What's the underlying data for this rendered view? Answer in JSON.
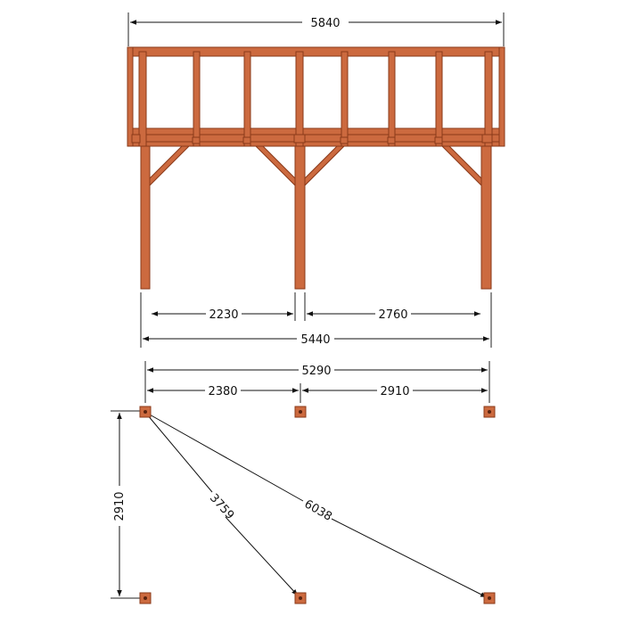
{
  "colors": {
    "wood": "#cc6a3f",
    "wood_dark": "#8a3a1a",
    "line": "#111111",
    "background": "#ffffff"
  },
  "elevation": {
    "overall_width": "5840",
    "span_left": "2230",
    "span_right": "2760",
    "post_to_post": "5440"
  },
  "plan": {
    "overall": "5290",
    "span_left": "2380",
    "span_right": "2910",
    "depth": "2910",
    "diagonal_short": "3759",
    "diagonal_long": "6038"
  }
}
